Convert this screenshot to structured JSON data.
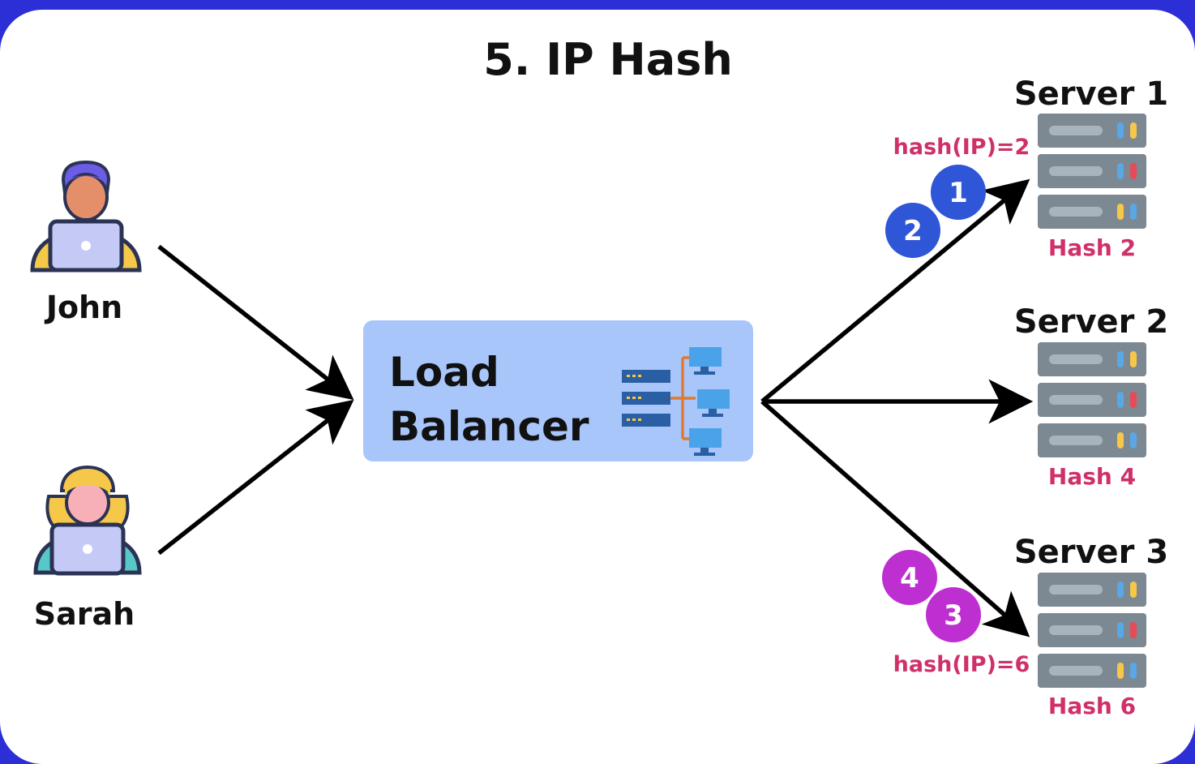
{
  "title": "5. IP Hash",
  "users": [
    {
      "name": "John"
    },
    {
      "name": "Sarah"
    }
  ],
  "load_balancer": {
    "line1": "Load",
    "line2": "Balancer"
  },
  "servers": [
    {
      "name": "Server 1",
      "hash_label": "Hash 2"
    },
    {
      "name": "Server 2",
      "hash_label": "Hash 4"
    },
    {
      "name": "Server 3",
      "hash_label": "Hash 6"
    }
  ],
  "hash_annotations": [
    "hash(IP)=2",
    "hash(IP)=6"
  ],
  "request_badges": [
    {
      "number": "1",
      "color": "#2f56d6"
    },
    {
      "number": "2",
      "color": "#2f56d6"
    },
    {
      "number": "4",
      "color": "#bd2fd1"
    },
    {
      "number": "3",
      "color": "#bd2fd1"
    }
  ],
  "colors": {
    "frame": "#2d2fd6",
    "hash_text": "#d0306a",
    "lb_fill": "#a9c6fb",
    "server_body": "#7c8892",
    "arrow": "#000000"
  }
}
